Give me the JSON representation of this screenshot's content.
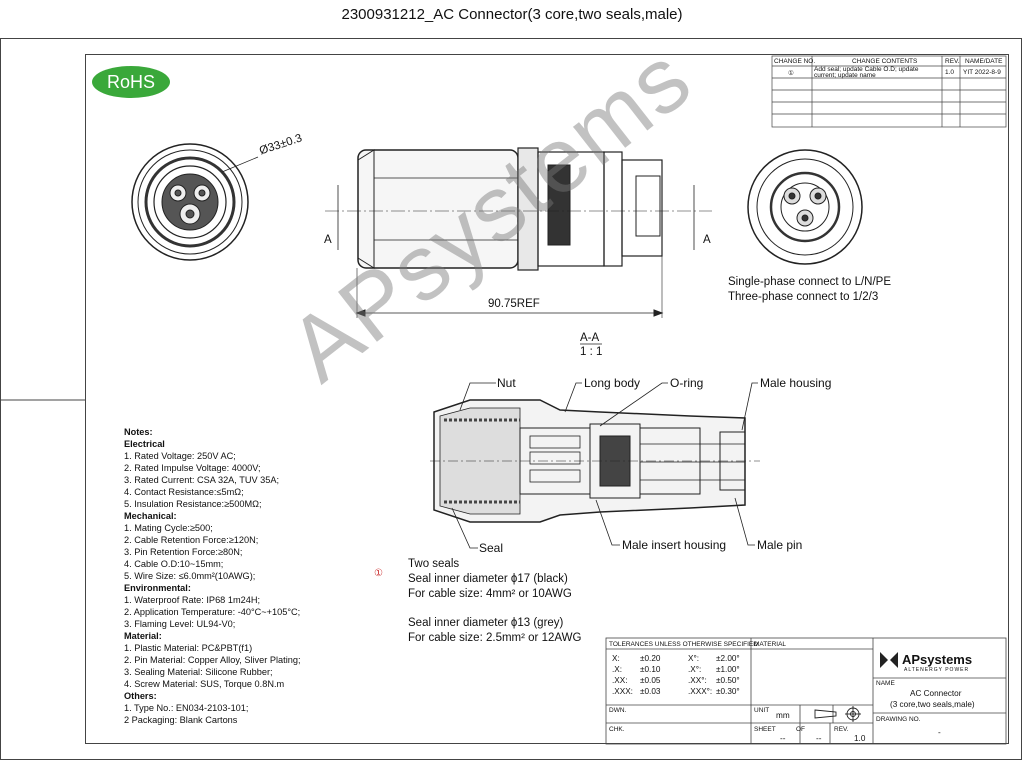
{
  "title": "2300931212_AC Connector(3 core,two seals,male)",
  "rohs": "RoHS",
  "watermark": "APsystems",
  "dimensions": {
    "diameter": "Ø33±0.3",
    "length": "90.75REF",
    "section_mark": "A"
  },
  "phase_notes": [
    "Single-phase connect to L/N/PE",
    "Three-phase connect to 1/2/3"
  ],
  "section_view": {
    "title": "A-A",
    "scale": "1 : 1"
  },
  "callouts": {
    "nut": "Nut",
    "long_body": "Long body",
    "o_ring": "O-ring",
    "male_housing": "Male housing",
    "seal": "Seal",
    "male_insert_housing": "Male insert housing",
    "male_pin": "Male pin"
  },
  "revision_marker": "①",
  "seals_info": [
    "Two seals",
    "Seal inner diameter ϕ17  (black)",
    "For cable size:  4mm² or 10AWG",
    "Seal inner diameter ϕ13  (grey)",
    "For cable size:  2.5mm² or 12AWG"
  ],
  "notes": {
    "heading": "Notes:",
    "sections": [
      {
        "title": "Electrical",
        "items": [
          "1. Rated Voltage: 250V AC;",
          "2. Rated Impulse Voltage: 4000V;",
          "3. Rated Current: CSA 32A, TUV 35A;",
          "4. Contact Resistance:≤5mΩ;",
          "5. Insulation Resistance:≥500MΩ;"
        ]
      },
      {
        "title": "Mechanical:",
        "items": [
          "1. Mating Cycle:≥500;",
          "2. Cable Retention Force:≥120N;",
          "3. Pin Retention Force:≥80N;",
          "4. Cable O.D:10~15mm;",
          "5. Wire Size: ≤6.0mm²(10AWG);"
        ]
      },
      {
        "title": "Environmental:",
        "items": [
          "1. Waterproof Rate: IP68 1m24H;",
          "2. Application Temperature: -40°C~+105°C;",
          "3. Flaming Level: UL94-V0;"
        ]
      },
      {
        "title": "Material:",
        "items": [
          "1. Plastic Material: PC&PBT(f1)",
          "2. Pin Material: Copper Alloy, Sliver Plating;",
          "3. Sealing Material: Silicone Rubber;",
          "4. Screw Material: SUS, Torque 0.8N.m"
        ]
      },
      {
        "title": "Others:",
        "items": [
          "1. Type No.: EN034-2103-101;",
          "2  Packaging: Blank Cartons"
        ]
      }
    ]
  },
  "revision_table": {
    "headers": [
      "CHANGE NO.",
      "CHANGE CONTENTS",
      "REV.",
      "NAME/DATE"
    ],
    "rows": [
      [
        "①",
        "Add seal; update Cable O.D; update current; update name",
        "1.0",
        "YIT 2022-8-9"
      ]
    ]
  },
  "title_block": {
    "tolerances_header": "TOLERANCES UNLESS OTHERWISE SPECIFIED",
    "material_header": "MATERIAL",
    "tolerances": [
      [
        "X:",
        "±0.20",
        "X°:",
        "±2.00°"
      ],
      [
        ".X:",
        "±0.10",
        ".X°:",
        "±1.00°"
      ],
      [
        ".XX:",
        "±0.05",
        ".XX°:",
        "±0.50°"
      ],
      [
        ".XXX:",
        "±0.03",
        ".XXX°:",
        "±0.30°"
      ]
    ],
    "company": "APsystems",
    "company_sub": "ALTENERGY POWER",
    "name_label": "NAME",
    "name_value_1": "AC Connector",
    "name_value_2": "(3 core,two seals,male)",
    "dwn_label": "DWN.",
    "chk_label": "CHK.",
    "unit_label": "UNIT",
    "unit_value": "mm",
    "sheet_label": "SHEET",
    "sheet_value": "--",
    "of_label": "OF",
    "of_value": "--",
    "rev_label": "REV.",
    "rev_value": "1.0",
    "drawing_no_label": "DRAWING NO.",
    "drawing_no_value": "-"
  },
  "colors": {
    "rohs_green": "#3aa83a",
    "line": "#222222",
    "watermark": "#8a8a8a"
  }
}
